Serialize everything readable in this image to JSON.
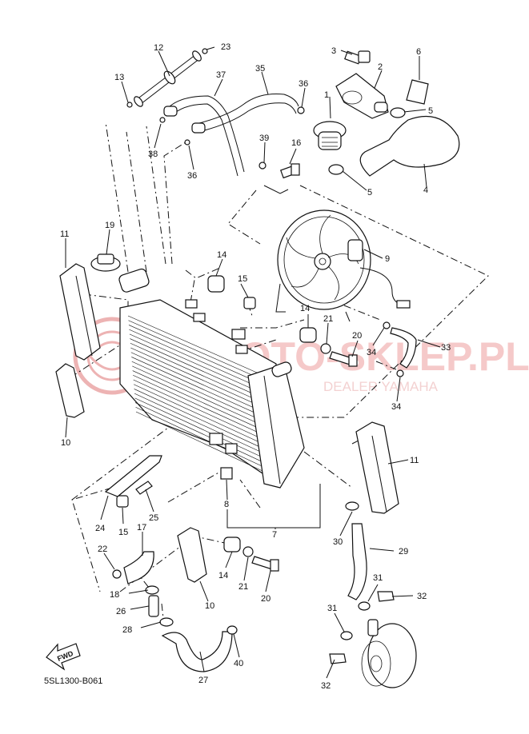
{
  "diagram": {
    "code": "5SL1300-B061",
    "fwd_label": "FWD",
    "watermark": {
      "brand": "MOTO-SKLEP.PL",
      "sub": "DEALER YAMAHA"
    },
    "callouts": [
      {
        "id": "c1",
        "text": "1"
      },
      {
        "id": "c2",
        "text": "2"
      },
      {
        "id": "c3",
        "text": "3"
      },
      {
        "id": "c4",
        "text": "4"
      },
      {
        "id": "c5a",
        "text": "5"
      },
      {
        "id": "c5b",
        "text": "5"
      },
      {
        "id": "c6",
        "text": "6"
      },
      {
        "id": "c7",
        "text": "7"
      },
      {
        "id": "c8",
        "text": "8"
      },
      {
        "id": "c9",
        "text": "9"
      },
      {
        "id": "c10a",
        "text": "10"
      },
      {
        "id": "c10b",
        "text": "10"
      },
      {
        "id": "c11a",
        "text": "11"
      },
      {
        "id": "c11b",
        "text": "11"
      },
      {
        "id": "c12",
        "text": "12"
      },
      {
        "id": "c13",
        "text": "13"
      },
      {
        "id": "c14a",
        "text": "14"
      },
      {
        "id": "c14b",
        "text": "14"
      },
      {
        "id": "c14c",
        "text": "14"
      },
      {
        "id": "c15a",
        "text": "15"
      },
      {
        "id": "c15b",
        "text": "15"
      },
      {
        "id": "c16",
        "text": "16"
      },
      {
        "id": "c17",
        "text": "17"
      },
      {
        "id": "c18",
        "text": "18"
      },
      {
        "id": "c19",
        "text": "19"
      },
      {
        "id": "c20a",
        "text": "20"
      },
      {
        "id": "c20b",
        "text": "20"
      },
      {
        "id": "c21a",
        "text": "21"
      },
      {
        "id": "c21b",
        "text": "21"
      },
      {
        "id": "c22",
        "text": "22"
      },
      {
        "id": "c23",
        "text": "23"
      },
      {
        "id": "c24",
        "text": "24"
      },
      {
        "id": "c25",
        "text": "25"
      },
      {
        "id": "c26",
        "text": "26"
      },
      {
        "id": "c27",
        "text": "27"
      },
      {
        "id": "c28",
        "text": "28"
      },
      {
        "id": "c29",
        "text": "29"
      },
      {
        "id": "c30",
        "text": "30"
      },
      {
        "id": "c31a",
        "text": "31"
      },
      {
        "id": "c31b",
        "text": "31"
      },
      {
        "id": "c32a",
        "text": "32"
      },
      {
        "id": "c32b",
        "text": "32"
      },
      {
        "id": "c33",
        "text": "33"
      },
      {
        "id": "c34a",
        "text": "34"
      },
      {
        "id": "c34b",
        "text": "34"
      },
      {
        "id": "c35",
        "text": "35"
      },
      {
        "id": "c36a",
        "text": "36"
      },
      {
        "id": "c36b",
        "text": "36"
      },
      {
        "id": "c37",
        "text": "37"
      },
      {
        "id": "c38",
        "text": "38"
      },
      {
        "id": "c39",
        "text": "39"
      },
      {
        "id": "c40",
        "text": "40"
      }
    ]
  }
}
